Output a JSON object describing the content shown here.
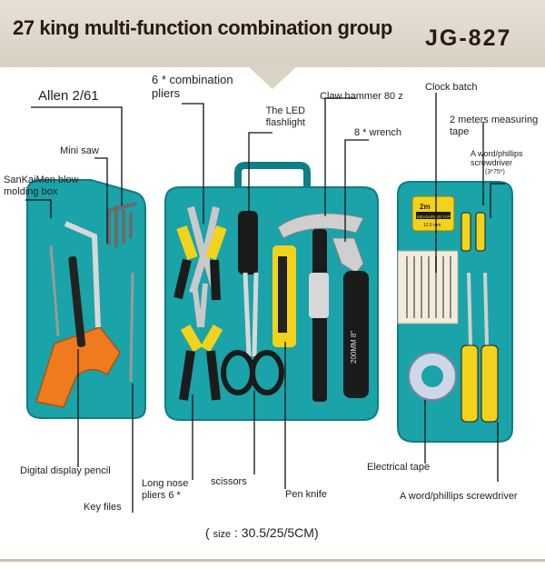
{
  "header": {
    "title": "27 king multi-function combination group",
    "model": "JG-827"
  },
  "labels": {
    "allen": "Allen 2/61",
    "combination_pliers": "6 * combination pliers",
    "led_flashlight": "The LED flashlight",
    "claw_hammer": "Claw hammer 80 z",
    "clock_batch": "Clock batch",
    "wrench": "8 * wrench",
    "measuring_tape": "2 meters measuring tape",
    "phillips_top": "A word/phillips screwdriver",
    "phillips_top_size": "(3*75*)",
    "mini_saw": "Mini saw",
    "blow_molding_box": "SanKaiMen blow molding box",
    "digital_pencil": "Digital display pencil",
    "key_files": "Key files",
    "long_nose_pliers": "Long nose pliers 6 *",
    "scissors": "scissors",
    "pen_knife": "Pen knife",
    "electrical_tape": "Electrical tape",
    "phillips_bottom": "A word/phillips screwdriver"
  },
  "size": {
    "open_paren": "(",
    "label": "size",
    "colon": ":",
    "value": "30.5/25/5CM)"
  },
  "tape_text": {
    "length": "2m",
    "brand": "MEASURING TAPE",
    "spec": "12.5 mm"
  },
  "wrench_text": "200MM 8\"",
  "colors": {
    "case": "#1aa3a8",
    "case_dark": "#0e7f85",
    "handle_yellow": "#f2d21b",
    "handle_black": "#1b1b1b",
    "saw_orange": "#f07a1e",
    "banner": "#ddd4c7"
  }
}
